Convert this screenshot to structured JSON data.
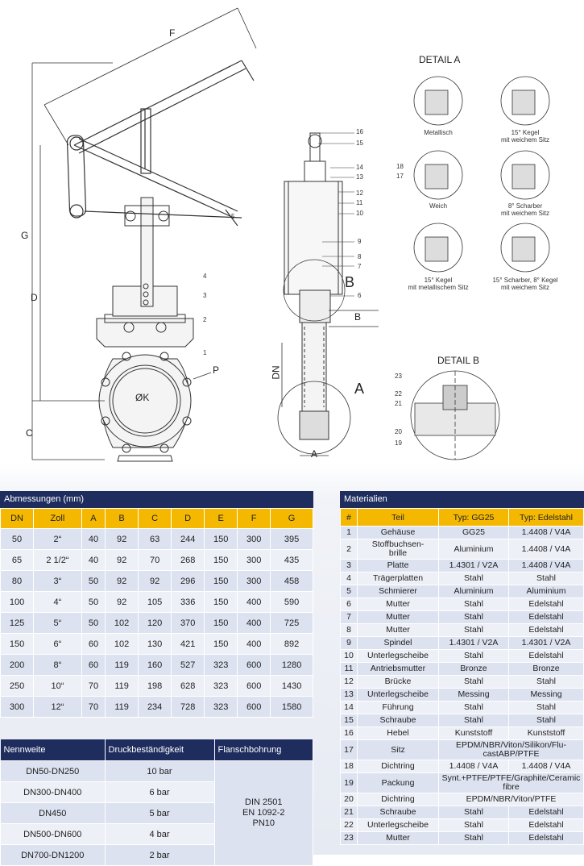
{
  "drawing": {
    "dim_labels": {
      "F": "F",
      "G": "G",
      "D": "D",
      "C": "C",
      "P": "P",
      "OK": "ØK",
      "B": "B",
      "A": "A",
      "DN": "DN"
    },
    "big_labels": {
      "A": "A",
      "B": "B"
    },
    "detail_a_title": "DETAIL A",
    "detail_b_title": "DETAIL B",
    "detail_a_captions": [
      "Metallisch",
      "15° Kegel\nmit weichem Sitz",
      "Weich",
      "8° Scharber\nmit weichem Sitz",
      "15° Kegel\nmit metallischem Sitz",
      "15° Scharber, 8° Kegel\nmit weichem Sitz"
    ],
    "callouts_front": [
      "1",
      "2",
      "3",
      "4",
      "5"
    ],
    "callouts_side": [
      "16",
      "15",
      "14",
      "13",
      "12",
      "11",
      "10",
      "9",
      "8",
      "7",
      "6"
    ],
    "callouts_detail_a": [
      "18",
      "17"
    ],
    "callouts_detail_b": [
      "23",
      "22",
      "21",
      "20",
      "19"
    ]
  },
  "dimensions_table": {
    "title": "Abmessungen (mm)",
    "headers": [
      "DN",
      "Zoll",
      "A",
      "B",
      "C",
      "D",
      "E",
      "F",
      "G"
    ],
    "rows": [
      [
        "50",
        "2“",
        "40",
        "92",
        "63",
        "244",
        "150",
        "300",
        "395"
      ],
      [
        "65",
        "2 1/2“",
        "40",
        "92",
        "70",
        "268",
        "150",
        "300",
        "435"
      ],
      [
        "80",
        "3“",
        "50",
        "92",
        "92",
        "296",
        "150",
        "300",
        "458"
      ],
      [
        "100",
        "4“",
        "50",
        "92",
        "105",
        "336",
        "150",
        "400",
        "590"
      ],
      [
        "125",
        "5“",
        "50",
        "102",
        "120",
        "370",
        "150",
        "400",
        "725"
      ],
      [
        "150",
        "6“",
        "60",
        "102",
        "130",
        "421",
        "150",
        "400",
        "892"
      ],
      [
        "200",
        "8“",
        "60",
        "119",
        "160",
        "527",
        "323",
        "600",
        "1280"
      ],
      [
        "250",
        "10“",
        "70",
        "119",
        "198",
        "628",
        "323",
        "600",
        "1430"
      ],
      [
        "300",
        "12“",
        "70",
        "119",
        "234",
        "728",
        "323",
        "600",
        "1580"
      ]
    ]
  },
  "materials_table": {
    "title": "Materialien",
    "headers": [
      "#",
      "Teil",
      "Typ: GG25",
      "Typ: Edelstahl"
    ],
    "rows": [
      [
        "1",
        "Gehäuse",
        "GG25",
        "1.4408 / V4A"
      ],
      [
        "2",
        "Stoffbuchsen-\nbrille",
        "Aluminium",
        "1.4408 / V4A"
      ],
      [
        "3",
        "Platte",
        "1.4301 / V2A",
        "1.4408 / V4A"
      ],
      [
        "4",
        "Trägerplatten",
        "Stahl",
        "Stahl"
      ],
      [
        "5",
        "Schmierer",
        "Aluminium",
        "Aluminium"
      ],
      [
        "6",
        "Mutter",
        "Stahl",
        "Edelstahl"
      ],
      [
        "7",
        "Mutter",
        "Stahl",
        "Edelstahl"
      ],
      [
        "8",
        "Mutter",
        "Stahl",
        "Edelstahl"
      ],
      [
        "9",
        "Spindel",
        "1.4301 / V2A",
        "1.4301 / V2A"
      ],
      [
        "10",
        "Unterlegscheibe",
        "Stahl",
        "Edelstahl"
      ],
      [
        "11",
        "Antriebsmutter",
        "Bronze",
        "Bronze"
      ],
      [
        "12",
        "Brücke",
        "Stahl",
        "Stahl"
      ],
      [
        "13",
        "Unterlegscheibe",
        "Messing",
        "Messing"
      ],
      [
        "14",
        "Führung",
        "Stahl",
        "Stahl"
      ],
      [
        "15",
        "Schraube",
        "Stahl",
        "Stahl"
      ],
      [
        "16",
        "Hebel",
        "Kunststoff",
        "Kunststoff"
      ],
      [
        "17",
        "Sitz",
        "EPDM/NBR/Viton/Silikon/Flu-\ncastABP/PTFE",
        null
      ],
      [
        "18",
        "Dichtring",
        "1.4408 / V4A",
        "1.4408 / V4A"
      ],
      [
        "19",
        "Packung",
        "Synt.+PTFE/PTFE/Graphite/Ceramic\nfibre",
        null
      ],
      [
        "20",
        "Dichtring",
        "EPDM/NBR/Viton/PTFE",
        null
      ],
      [
        "21",
        "Schraube",
        "Stahl",
        "Edelstahl"
      ],
      [
        "22",
        "Unterlegscheibe",
        "Stahl",
        "Edelstahl"
      ],
      [
        "23",
        "Mutter",
        "Stahl",
        "Edelstahl"
      ]
    ]
  },
  "pressure_table": {
    "headers": [
      "Nennweite",
      "Druckbeständigkeit",
      "Flanschbohrung"
    ],
    "rows": [
      [
        "DN50-DN250",
        "10 bar"
      ],
      [
        "DN300-DN400",
        "6 bar"
      ],
      [
        "DN450",
        "5 bar"
      ],
      [
        "DN500-DN600",
        "4 bar"
      ],
      [
        "DN700-DN1200",
        "2 bar"
      ]
    ],
    "flange": "DIN 2501\nEN 1092-2\nPN10"
  }
}
